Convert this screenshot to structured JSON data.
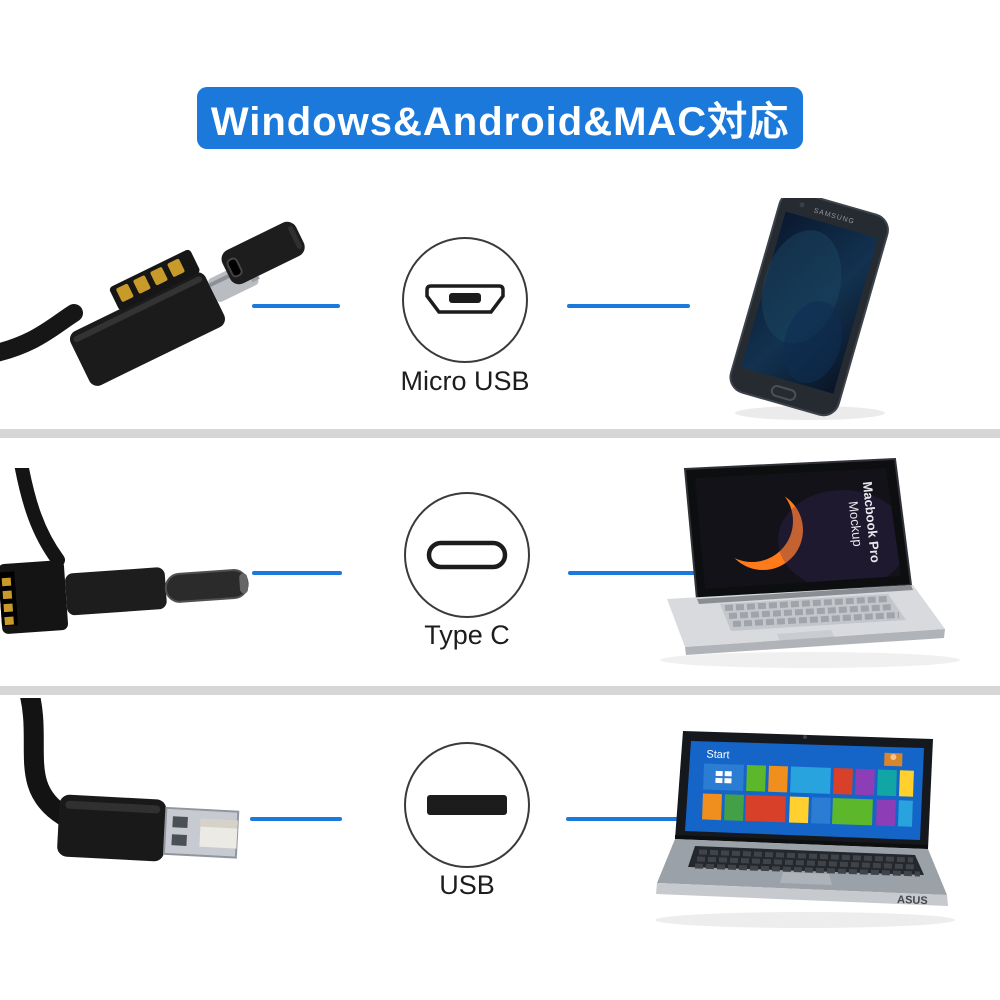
{
  "banner": {
    "title": "Windows&Android&MAC対応"
  },
  "colors": {
    "accent_blue": "#1a79da",
    "banner_text": "#ffffff",
    "divider_gray": "#d6d6d6",
    "circle_border": "#3a3a3a",
    "label_text": "#1d1d1d",
    "page_bg": "#ffffff"
  },
  "rows": [
    {
      "label": "Micro USB",
      "port_icon": "micro-usb-port-icon",
      "device": "smartphone",
      "device_brand": "SAMSUNG"
    },
    {
      "label": "Type C",
      "port_icon": "type-c-port-icon",
      "device": "macbook-laptop",
      "screen_title": "Macbook Pro",
      "screen_subtitle": "Mockup"
    },
    {
      "label": "USB",
      "port_icon": "usb-a-port-icon",
      "device": "windows-laptop",
      "screen_text": "Start",
      "device_brand": "ASUS"
    }
  ]
}
